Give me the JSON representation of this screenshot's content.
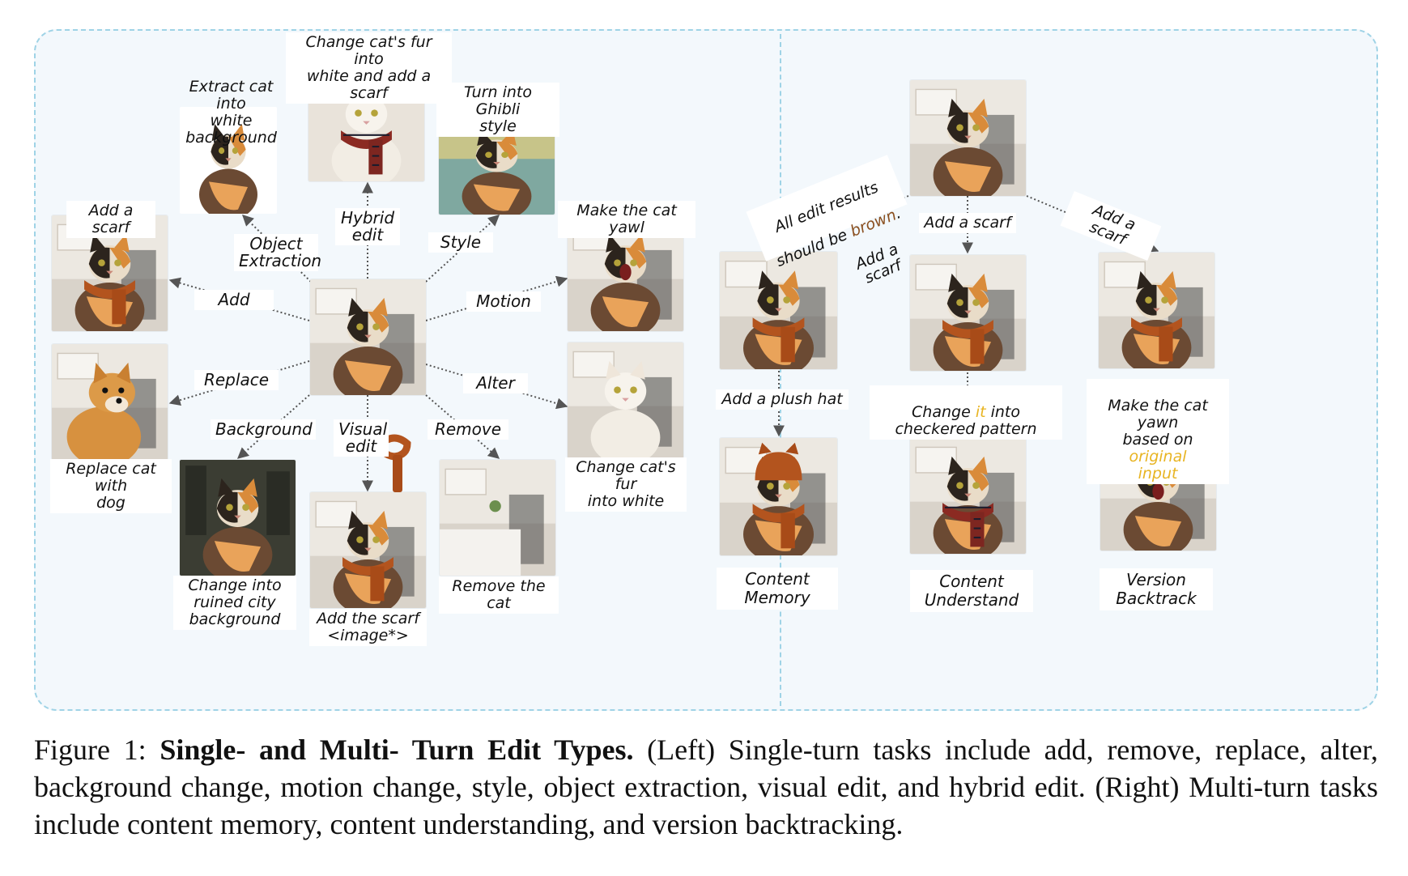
{
  "left": {
    "center_image": "calico-cat-photo",
    "single_turn": [
      {
        "key": "hybrid",
        "edge": "Hybrid\nedit",
        "result": "Change cat's fur into\nwhite and add a scarf",
        "image": "white-cat-with-scarf"
      },
      {
        "key": "style",
        "edge": "Style",
        "result": "Turn into Ghibli\nstyle",
        "image": "ghibli-style-cat"
      },
      {
        "key": "extraction",
        "edge": "Object\nExtraction",
        "result": "Extract cat into\nwhite\nbackground",
        "image": "extracted-cat-white-bg"
      },
      {
        "key": "add",
        "edge": "Add",
        "result": "Add a scarf",
        "image": "cat-with-scarf"
      },
      {
        "key": "motion",
        "edge": "Motion",
        "result": "Make the cat yawl",
        "image": "yawning-cat"
      },
      {
        "key": "replace",
        "edge": "Replace",
        "result": "Replace cat with\ndog",
        "image": "shiba-dog"
      },
      {
        "key": "alter",
        "edge": "Alter",
        "result": "Change cat's fur\ninto white",
        "image": "white-cat"
      },
      {
        "key": "background",
        "edge": "Background",
        "result": "Change into\nruined city\nbackground",
        "image": "cat-ruined-city"
      },
      {
        "key": "visual",
        "edge": "Visual\nedit",
        "result": "Add the scarf\n<image*>",
        "image": "cat-with-reference-scarf"
      },
      {
        "key": "remove",
        "edge": "Remove",
        "result": "Remove the cat",
        "image": "empty-kitchen"
      }
    ]
  },
  "right": {
    "root_image": "calico-cat-photo",
    "instructions": {
      "left_first": "All edit results",
      "left_second_pre": "should be ",
      "left_second_hl": "brown",
      "left_second_post": ".",
      "left_third": "Add a scarf",
      "middle": "Add a scarf",
      "right": "Add a scarf"
    },
    "second_turn": {
      "memory": "Add a plush hat",
      "understand_pre": "Change ",
      "understand_hl": "it",
      "understand_post": " into\ncheckered pattern",
      "backtrack_pre": "Make the cat yawn\nbased on ",
      "backtrack_hl": "original\ninput",
      "backtrack_post": ""
    },
    "tasks": {
      "memory": "Content\nMemory",
      "understand": "Content\nUnderstand",
      "backtrack": "Version\nBacktrack"
    },
    "images": {
      "mid_left": "cat-with-scarf",
      "mid_center": "cat-with-scarf",
      "mid_right": "cat-with-scarf",
      "bot_left": "cat-plush-hat-scarf",
      "bot_center": "cat-checkered-scarf",
      "bot_right": "yawning-cat-with-scarf"
    }
  },
  "caption": {
    "prefix": "Figure 1: ",
    "bold": "Single- and Multi- Turn Edit Types.",
    "body": " (Left) Single-turn tasks include add, remove, replace, alter, background change, motion change, style, object extraction, visual edit, and hybrid edit. (Right) Multi-turn tasks include content memory, content understanding, and version backtracking."
  },
  "colors": {
    "border": "#9fd3e6",
    "highlight_orange": "#e8b422",
    "highlight_brown": "#8a4f1f",
    "panel_bg": "#f3f8fc"
  }
}
